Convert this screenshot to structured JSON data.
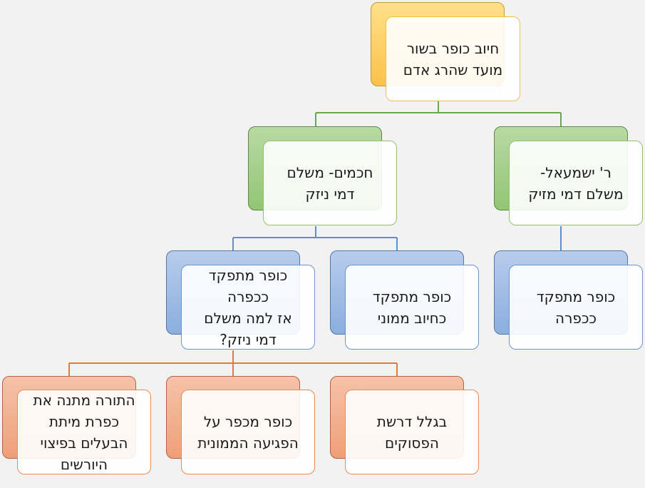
{
  "diagram": {
    "root": {
      "text": "חיוב כופר בשור\nמועד שהרג אדם"
    },
    "opinions": [
      {
        "text": "ר' ישמעאל-\nמשלם דמי מזיק"
      },
      {
        "text": "חכמים- משלם\nדמי ניזק"
      }
    ],
    "level2": [
      {
        "text": "כופר מתפקד\nככפרה"
      },
      {
        "text": "כופר מתפקד\nכחיוב ממוני"
      },
      {
        "text": "כופר מתפקד\nככפרה\nאז למה משלם\nדמי ניזק?"
      }
    ],
    "reasons": [
      {
        "text": "בגלל דרשת\nהפסוקים"
      },
      {
        "text": "כופר מכפר על\nהפגיעה הממונית"
      },
      {
        "text": "התורה מתנה את\nכפרת מיתת\nהבעלים בפיצוי\nהיורשים"
      }
    ],
    "colors": {
      "root": "#fbc24a",
      "opinions": "#92c574",
      "level2": "#8aaede",
      "reasons": "#ef9f79"
    }
  }
}
